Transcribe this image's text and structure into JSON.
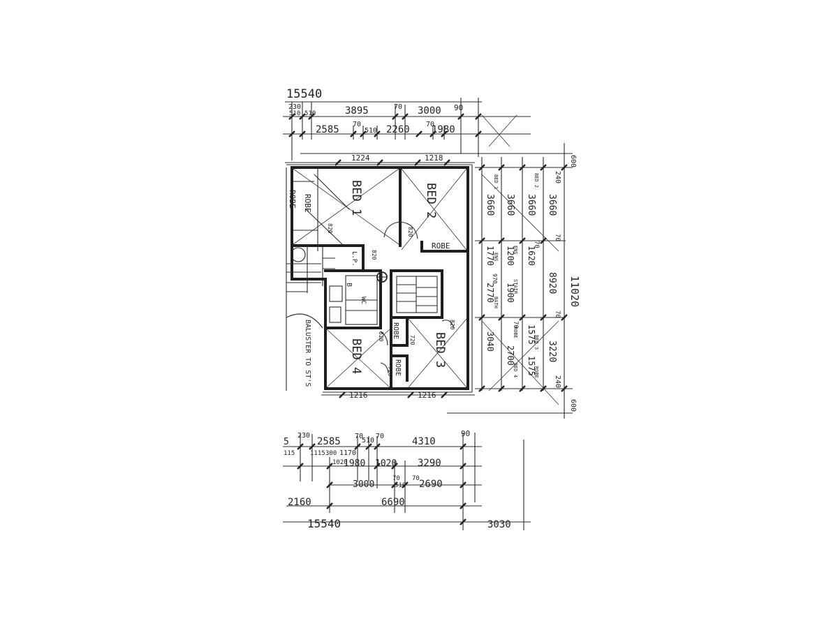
{
  "colors": {
    "ink": "#222222",
    "paper": "#ffffff"
  },
  "dims": {
    "total_top": "15540",
    "top_row1": [
      "230",
      "510",
      "510",
      "3895",
      "70",
      "3000",
      "90"
    ],
    "top_row2": [
      "2585",
      "70",
      "510",
      "2260",
      "70",
      "1980"
    ],
    "room_top": [
      "1224",
      "1218"
    ],
    "room_bottom": [
      "1216",
      "1216"
    ],
    "right_col1": [
      "3660",
      "1770",
      "2770",
      "3040"
    ],
    "right_col2": [
      "3660",
      "1200",
      "1900",
      "2700"
    ],
    "right_col3": [
      "3660",
      "1620",
      "1575",
      "1575"
    ],
    "right_col4": [
      "3660",
      "8920",
      "3220"
    ],
    "right_small": [
      "240",
      "70",
      "70",
      "70",
      "70",
      "240",
      "600",
      "600",
      "970"
    ],
    "total_right": "11020",
    "bottom_row1": [
      "5",
      "230",
      "2585",
      "70",
      "510",
      "70",
      "4310",
      "90"
    ],
    "bottom_row2": [
      "115",
      "1115",
      "300",
      "1170",
      "1020",
      "1980",
      "1020",
      "3290"
    ],
    "bottom_row3": [
      "3000",
      "70",
      "510",
      "70",
      "2690"
    ],
    "bottom_row4": [
      "2160",
      "6690"
    ],
    "total_bottom": "15540",
    "bottom_right": "3030"
  },
  "rooms": {
    "bed1": "BED 1",
    "bed2": "BED 2",
    "bed3": "BED 3",
    "bed4": "BED 4",
    "robe_left": "ROBE",
    "robe_left2": "ROBE",
    "robe_bed2": "ROBE",
    "robe_bed3": "ROBE",
    "robe_bed4": "ROBE",
    "lp": "L.P.",
    "bath": "B",
    "wc": "WC",
    "balcony_note": "BALUSTER TO ST'S"
  },
  "door_marks": [
    "820",
    "820",
    "820",
    "720",
    "820",
    "820",
    "720"
  ],
  "right_labels": [
    "BED 1",
    "BED 2",
    "ENS",
    "ENS",
    "STAIR",
    "BATH",
    "ROBE",
    "BED 3",
    "BED 4",
    "ROBE"
  ]
}
